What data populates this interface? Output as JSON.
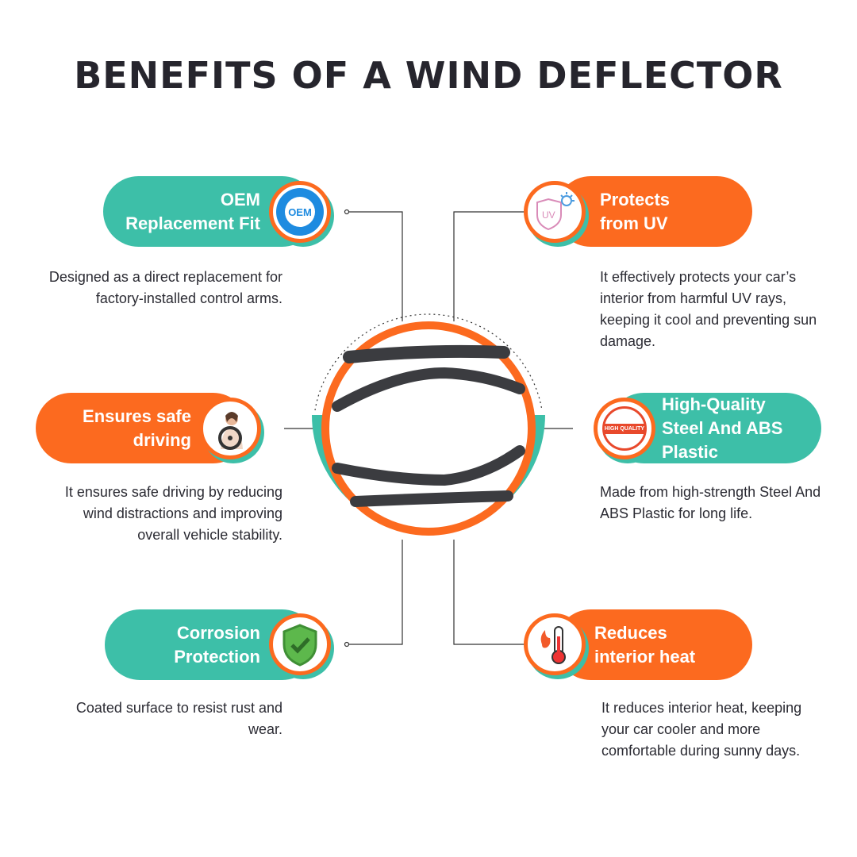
{
  "title": "BENEFITS OF A WIND DEFLECTOR",
  "colors": {
    "teal": "#3dbfa8",
    "orange": "#fc6a1f",
    "dark": "#26252d"
  },
  "features": [
    {
      "title_l1": "OEM",
      "title_l2": "Replacement Fit",
      "icon": "oem-badge-icon",
      "icon_text": "OEM",
      "desc": "Designed as a direct replacement for factory-installed control arms."
    },
    {
      "title_l1": "Protects",
      "title_l2": "from UV",
      "icon": "uv-shield-icon",
      "icon_text": "UV",
      "desc": "It effectively protects your car’s interior from harmful UV rays, keeping it cool and preventing sun damage."
    },
    {
      "title_l1": "Ensures safe",
      "title_l2": "driving",
      "icon": "driver-steering-wheel-icon",
      "desc": "It ensures safe driving by reducing wind distractions and improving overall vehicle stability."
    },
    {
      "title_l1": "High-Quality",
      "title_l2": "Steel And ABS",
      "title_l3": "Plastic",
      "icon": "high-quality-stamp-icon",
      "icon_text": "HIGH QUALITY",
      "desc": "Made from high-strength Steel And ABS Plastic for long life."
    },
    {
      "title_l1": "Corrosion",
      "title_l2": "Protection",
      "icon": "shield-check-icon",
      "desc": "Coated surface to resist rust and wear."
    },
    {
      "title_l1": "Reduces",
      "title_l2": "interior heat",
      "icon": "thermometer-fire-icon",
      "desc": "It reduces interior heat, keeping your car cooler and more comfortable during sunny days."
    }
  ]
}
